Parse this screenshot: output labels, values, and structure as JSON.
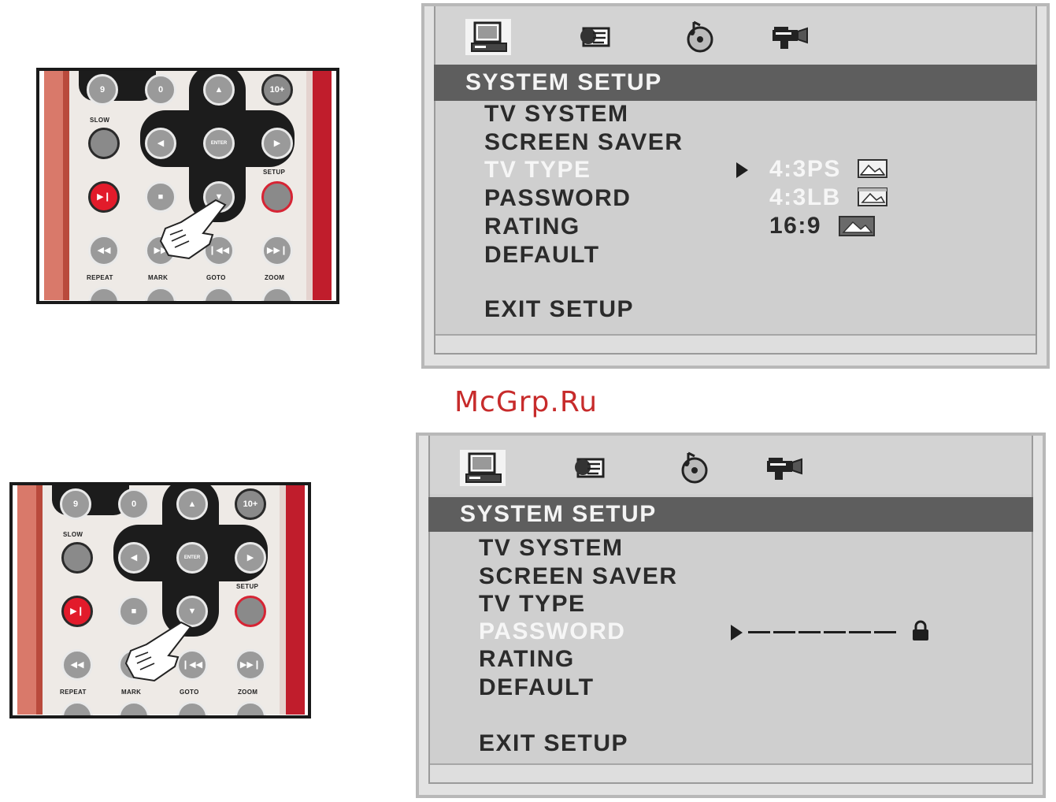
{
  "watermark": "McGrp.Ru",
  "remote": {
    "keys": {
      "nine": "9",
      "zero": "0",
      "ten_plus": "10+",
      "enter": "ENTER"
    },
    "labels": {
      "slow": "SLOW",
      "setup": "SETUP",
      "repeat": "REPEAT",
      "mark": "MARK",
      "goto": "GOTO",
      "zoom": "ZOOM"
    }
  },
  "menu_top": {
    "title": "SYSTEM  SETUP",
    "items": [
      "TV  SYSTEM",
      "SCREEN SAVER",
      "TV TYPE",
      "PASSWORD",
      "RATING",
      "DEFAULT"
    ],
    "exit": "EXIT SETUP",
    "selected_item": "TV TYPE",
    "options": [
      "4:3PS",
      "4:3LB",
      "16:9"
    ],
    "selected_option": "4:3PS"
  },
  "menu_bottom": {
    "title": "SYSTEM  SETUP",
    "items": [
      "TV  SYSTEM",
      "SCREEN SAVER",
      "TV TYPE",
      "PASSWORD",
      "RATING",
      "DEFAULT"
    ],
    "exit": "EXIT SETUP",
    "selected_item": "PASSWORD"
  },
  "icons": [
    "monitor-icon",
    "language-icon",
    "audio-disc-icon",
    "video-camera-icon",
    "lock-icon",
    "hand-pointer-icon",
    "picture-aspect-icon"
  ],
  "colors": {
    "menu_title_bg": "#5e5e5e",
    "menu_bg": "#cfcfcf",
    "highlight_text": "#f6f6f6",
    "remote_red": "#e21b2b",
    "watermark": "#c72b2b"
  }
}
